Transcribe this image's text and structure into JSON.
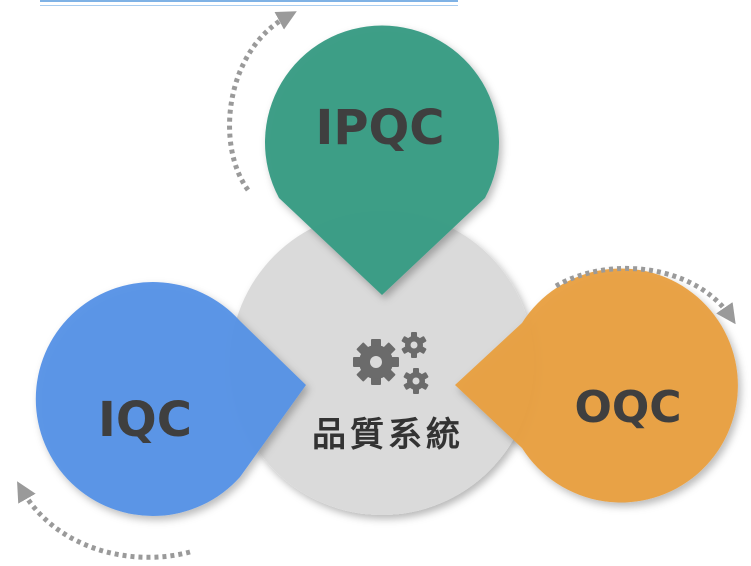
{
  "header_rule_color": "#7fb2e5",
  "center": {
    "label": "品質系統",
    "icon": "gears-icon",
    "color": "#dadada",
    "icon_color": "#6b6b6b"
  },
  "petals": {
    "ipqc": {
      "label": "IPQC",
      "color": "#3a9c84"
    },
    "iqc": {
      "label": "IQC",
      "color": "#5591e6"
    },
    "oqc": {
      "label": "OQC",
      "color": "#e8a042"
    }
  },
  "arrow_color": "#9a9a9a",
  "arrows": [
    "curved-arrow-icon",
    "curved-arrow-icon",
    "curved-arrow-icon"
  ]
}
